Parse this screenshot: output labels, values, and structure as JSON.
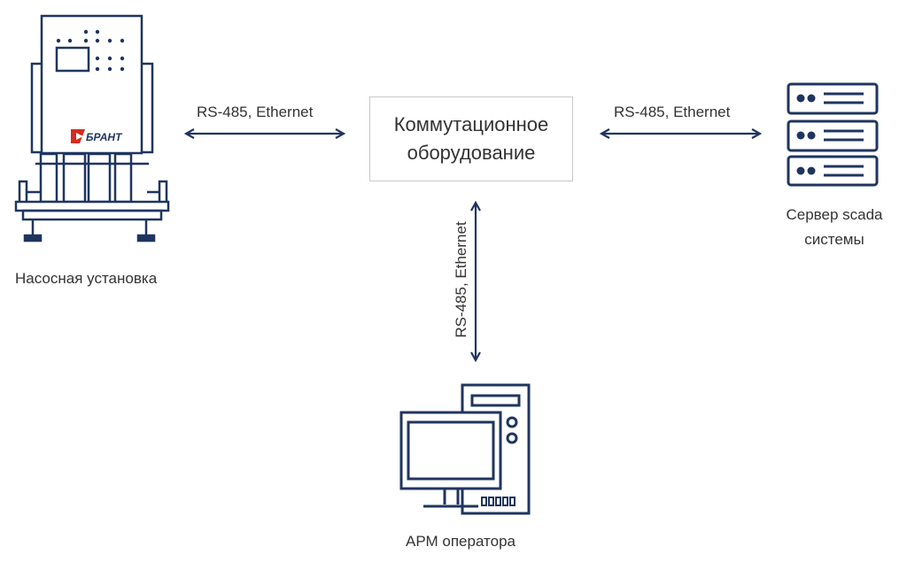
{
  "nodes": {
    "pump": {
      "label": "Насосная установка",
      "brand": "БРАНТ"
    },
    "switch": {
      "line1": "Коммутационное",
      "line2": "оборудование"
    },
    "server": {
      "line1": "Сервер scada",
      "line2": "системы"
    },
    "operator": {
      "label": "АРМ оператора"
    }
  },
  "links": {
    "pump_switch": "RS-485, Ethernet",
    "switch_server": "RS-485, Ethernet",
    "switch_operator": "RS-485, Ethernet"
  },
  "colors": {
    "icon": "#1f3560",
    "text": "#333333",
    "box_border": "#c8c8c8",
    "brand": "#d62b1e"
  }
}
